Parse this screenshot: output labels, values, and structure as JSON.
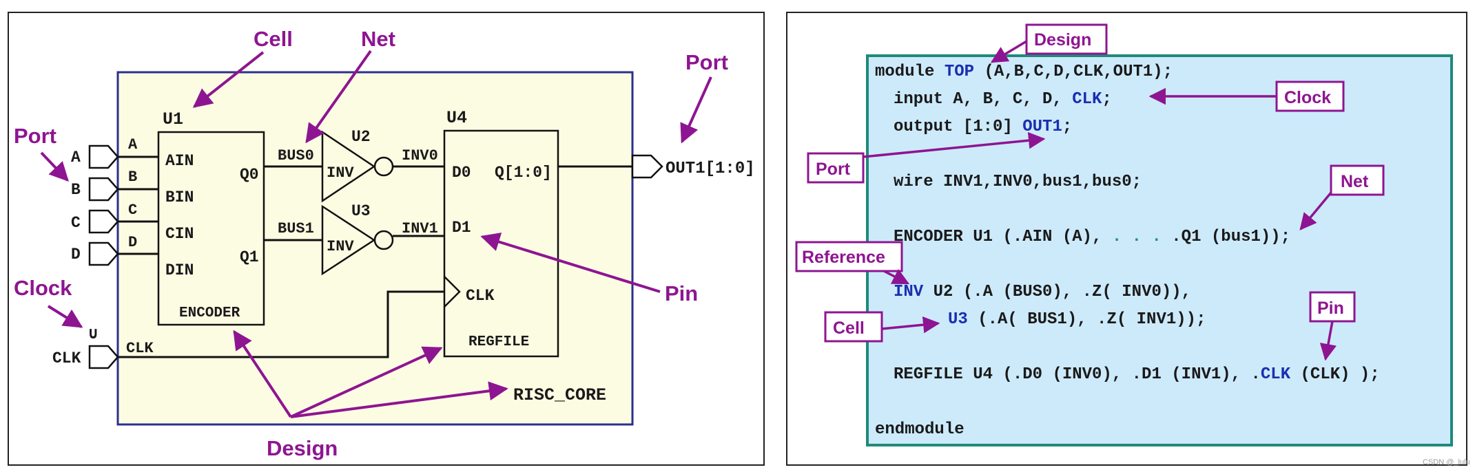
{
  "schematic": {
    "cell_U1": "U1",
    "cell_U2": "U2",
    "cell_U3": "U3",
    "cell_U4": "U4",
    "in_A": "A",
    "in_B": "B",
    "in_C": "C",
    "in_D": "D",
    "in_CLK": "CLK",
    "clk_symbol": "∪",
    "ain": "AIN",
    "bin": "BIN",
    "cin": "CIN",
    "din": "DIN",
    "q0": "Q0",
    "q1": "Q1",
    "encoder": "ENCODER",
    "bus0": "BUS0",
    "bus1": "BUS1",
    "inv": "INV",
    "inv0": "INV0",
    "inv1": "INV1",
    "d0": "D0",
    "d1": "D1",
    "q_bus": "Q[1:0]",
    "clk": "CLK",
    "regfile": "REGFILE",
    "out1": "OUT1[1:0]",
    "risc_core": "RISC_CORE"
  },
  "left_labels": {
    "cell": "Cell",
    "net": "Net",
    "port_right": "Port",
    "port_left": "Port",
    "clock": "Clock",
    "pin": "Pin",
    "design": "Design"
  },
  "code": {
    "l1_a": "module ",
    "l1_b": "TOP",
    "l1_c": " (A,B,C,D,CLK,OUT1);",
    "l2_a": "input A, B, C, D, ",
    "l2_b": "CLK",
    "l2_c": ";",
    "l3_a": "output [1:0] ",
    "l3_b": "OUT1",
    "l3_c": ";",
    "l4": "wire INV1,INV0,bus1,bus0;",
    "l5_a": "ENCODER U1 (.AIN (A), ",
    "l5_b": ". . .",
    "l5_c": " .Q1 (bus1));",
    "l6_a": "INV",
    "l6_b": "  U2 (.A (BUS0), .Z( INV0)),",
    "l7_a": "U3",
    "l7_b": " (.A( BUS1), .Z( INV1));",
    "l8_a": "REGFILE U4 (.D0 (INV0), .D1 (INV1), .",
    "l8_b": "CLK",
    "l8_c": " (CLK) );",
    "l9": "endmodule"
  },
  "right_labels": {
    "design": "Design",
    "clock": "Clock",
    "port": "Port",
    "net": "Net",
    "reference": "Reference",
    "cell": "Cell",
    "pin": "Pin"
  },
  "watermark": "CSDN @_lulu"
}
